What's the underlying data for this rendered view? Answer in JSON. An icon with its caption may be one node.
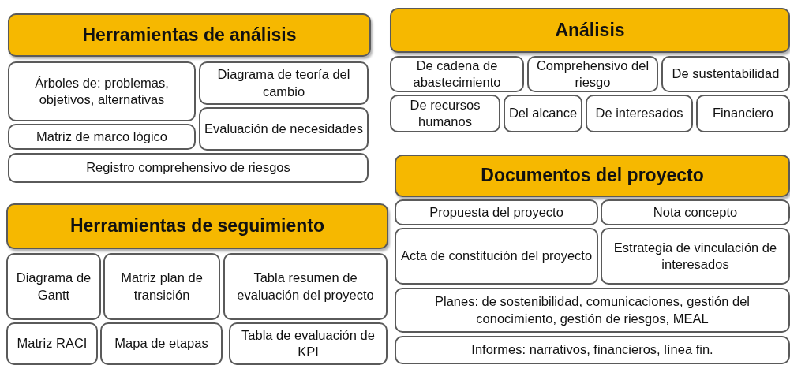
{
  "diagram": {
    "nodes": [
      {
        "text": [
          "Herramientas de análisis"
        ]
      },
      {
        "text": [
          "Árboles de: problemas, objetivos, alternativas"
        ]
      },
      {
        "text": [
          "Diagrama de teoría del cambio"
        ]
      },
      {
        "text": [
          "Matriz de marco lógico"
        ]
      },
      {
        "text": [
          "Evaluación de necesidades"
        ]
      },
      {
        "text": [
          "Registro comprehensivo de riesgos"
        ]
      },
      {
        "text": [
          "Análisis"
        ]
      },
      {
        "text": [
          "De cadena de abastecimiento"
        ]
      },
      {
        "text": [
          "Comprehensivo del riesgo"
        ]
      },
      {
        "text": [
          "De sustentabilidad"
        ]
      },
      {
        "text": [
          "De recursos humanos"
        ]
      },
      {
        "text": [
          "Del alcance"
        ]
      },
      {
        "text": [
          "De interesados"
        ]
      },
      {
        "text": [
          "Financiero"
        ]
      },
      {
        "text": [
          "Herramientas de seguimiento"
        ]
      },
      {
        "text": [
          "Diagrama de Gantt"
        ]
      },
      {
        "text": [
          "Matriz plan de transición"
        ]
      },
      {
        "text": [
          "Tabla resumen de evaluación del proyecto"
        ]
      },
      {
        "text": [
          "Matriz RACI"
        ]
      },
      {
        "text": [
          "Mapa de etapas"
        ]
      },
      {
        "text": [
          "Tabla de evaluación de KPI"
        ]
      },
      {
        "text": [
          "Documentos del proyecto"
        ]
      },
      {
        "text": [
          "Propuesta del proyecto"
        ]
      },
      {
        "text": [
          "Nota concepto"
        ]
      },
      {
        "text": [
          "Acta de constitución del proyecto"
        ]
      },
      {
        "text": [
          "Estrategia de vinculación de interesados"
        ]
      },
      {
        "text": [
          "Planes: de sostenibilidad, comunicaciones, gestión del conocimiento, gestión de riesgos, MEAL"
        ]
      },
      {
        "text": [
          "Informes: narrativos, financieros, línea fin."
        ]
      }
    ]
  }
}
